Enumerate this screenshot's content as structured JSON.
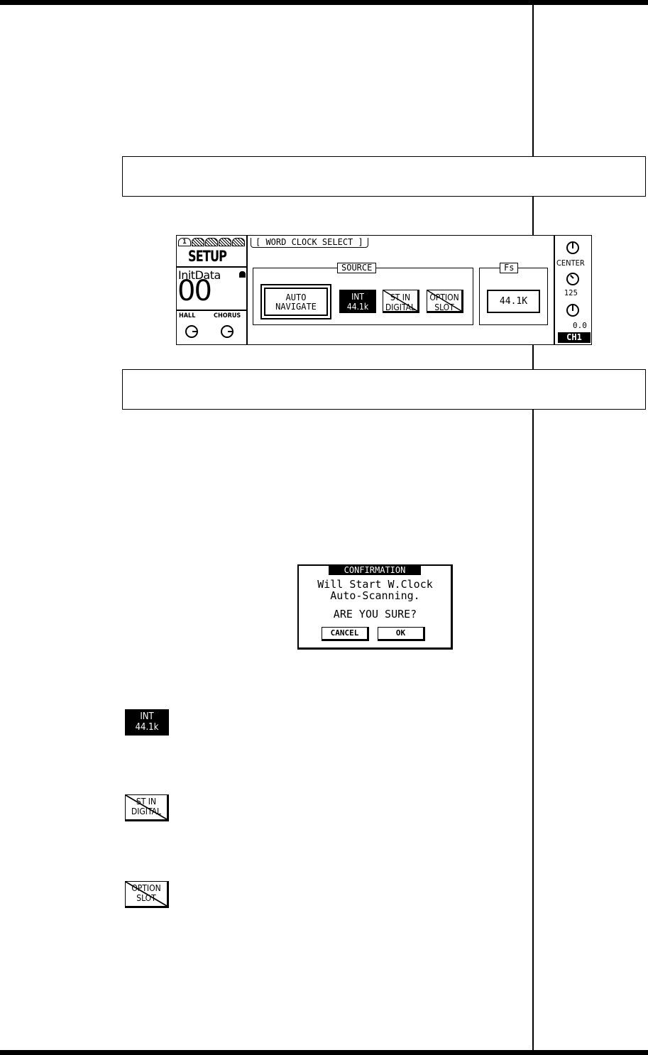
{
  "lcd": {
    "scene_tabs": [
      "1",
      "",
      "",
      "",
      ""
    ],
    "page_name": "SETUP",
    "scene_title": "InitData",
    "scene_number": "00",
    "effect_knobs": [
      "HALL",
      "CHORUS"
    ],
    "page_title": "WORD CLOCK SELECT",
    "source_label": "SOURCE",
    "auto_navigate": [
      "AUTO",
      "NAVIGATE"
    ],
    "int_button": [
      "INT",
      "44.1k"
    ],
    "st_in_button": [
      "ST IN",
      "DIGITAL"
    ],
    "option_button": [
      "OPTION",
      "SLOT"
    ],
    "fs_label": "Fs",
    "fs_value": "44.1K",
    "pan_label": "CENTER",
    "eq_value": "125",
    "level_value": "0.0",
    "channel": "CH1"
  },
  "dialog": {
    "title": "CONFIRMATION",
    "line1": "Will Start W.Clock",
    "line2": "Auto-Scanning.",
    "question": "ARE YOU SURE?",
    "cancel": "CANCEL",
    "ok": "OK"
  },
  "icons": {
    "int": [
      "INT",
      "44.1k"
    ],
    "st_in": [
      "ST IN",
      "DIGITAL"
    ],
    "option": [
      "OPTION",
      "SLOT"
    ]
  }
}
